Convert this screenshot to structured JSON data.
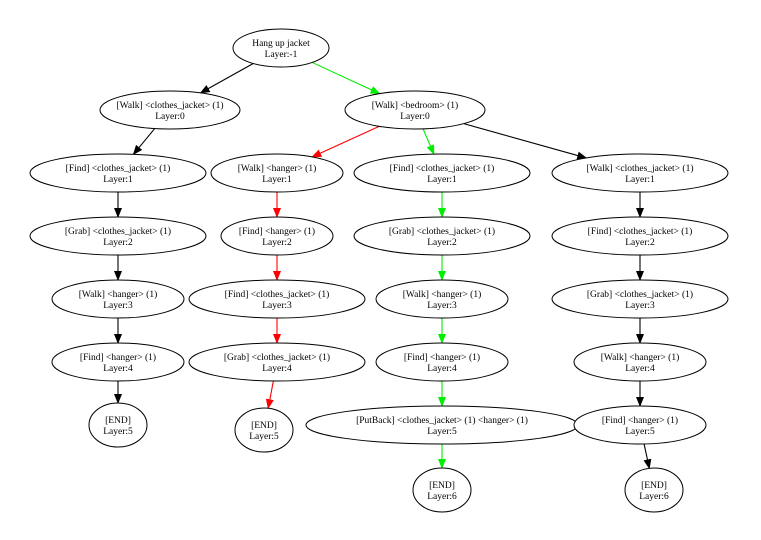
{
  "colors": {
    "black": "#000000",
    "red": "#ff0000",
    "green": "#00ee00"
  },
  "nodes": [
    {
      "id": "root",
      "line1": "Hang up jacket",
      "line2": "Layer:-1"
    },
    {
      "id": "a0",
      "line1": "[Walk] <clothes_jacket> (1)",
      "line2": "Layer:0"
    },
    {
      "id": "a1",
      "line1": "[Find] <clothes_jacket> (1)",
      "line2": "Layer:1"
    },
    {
      "id": "a2",
      "line1": "[Grab] <clothes_jacket> (1)",
      "line2": "Layer:2"
    },
    {
      "id": "a3",
      "line1": "[Walk] <hanger> (1)",
      "line2": "Layer:3"
    },
    {
      "id": "a4",
      "line1": "[Find] <hanger> (1)",
      "line2": "Layer:4"
    },
    {
      "id": "a5",
      "line1": "[END]",
      "line2": "Layer:5"
    },
    {
      "id": "b0",
      "line1": "[Walk] <bedroom> (1)",
      "line2": "Layer:0"
    },
    {
      "id": "r1",
      "line1": "[Walk] <hanger> (1)",
      "line2": "Layer:1"
    },
    {
      "id": "r2",
      "line1": "[Find] <hanger> (1)",
      "line2": "Layer:2"
    },
    {
      "id": "r3",
      "line1": "[Find] <clothes_jacket> (1)",
      "line2": "Layer:3"
    },
    {
      "id": "r4",
      "line1": "[Grab] <clothes_jacket> (1)",
      "line2": "Layer:4"
    },
    {
      "id": "r5",
      "line1": "[END]",
      "line2": "Layer:5"
    },
    {
      "id": "g1",
      "line1": "[Find] <clothes_jacket> (1)",
      "line2": "Layer:1"
    },
    {
      "id": "g2",
      "line1": "[Grab] <clothes_jacket> (1)",
      "line2": "Layer:2"
    },
    {
      "id": "g3",
      "line1": "[Walk] <hanger> (1)",
      "line2": "Layer:3"
    },
    {
      "id": "g4",
      "line1": "[Find] <hanger> (1)",
      "line2": "Layer:4"
    },
    {
      "id": "g5",
      "line1": "[PutBack] <clothes_jacket> (1) <hanger> (1)",
      "line2": "Layer:5"
    },
    {
      "id": "g6",
      "line1": "[END]",
      "line2": "Layer:6"
    },
    {
      "id": "k1",
      "line1": "[Walk] <clothes_jacket> (1)",
      "line2": "Layer:1"
    },
    {
      "id": "k2",
      "line1": "[Find] <clothes_jacket> (1)",
      "line2": "Layer:2"
    },
    {
      "id": "k3",
      "line1": "[Grab] <clothes_jacket> (1)",
      "line2": "Layer:3"
    },
    {
      "id": "k4",
      "line1": "[Walk] <hanger> (1)",
      "line2": "Layer:4"
    },
    {
      "id": "k5",
      "line1": "[Find] <hanger> (1)",
      "line2": "Layer:5"
    },
    {
      "id": "k6",
      "line1": "[END]",
      "line2": "Layer:6"
    }
  ],
  "edges": [
    {
      "from": "root",
      "to": "a0",
      "color": "black"
    },
    {
      "from": "root",
      "to": "b0",
      "color": "green"
    },
    {
      "from": "a0",
      "to": "a1",
      "color": "black"
    },
    {
      "from": "a1",
      "to": "a2",
      "color": "black"
    },
    {
      "from": "a2",
      "to": "a3",
      "color": "black"
    },
    {
      "from": "a3",
      "to": "a4",
      "color": "black"
    },
    {
      "from": "a4",
      "to": "a5",
      "color": "black"
    },
    {
      "from": "b0",
      "to": "r1",
      "color": "red"
    },
    {
      "from": "b0",
      "to": "g1",
      "color": "green"
    },
    {
      "from": "b0",
      "to": "k1",
      "color": "black"
    },
    {
      "from": "r1",
      "to": "r2",
      "color": "red"
    },
    {
      "from": "r2",
      "to": "r3",
      "color": "red"
    },
    {
      "from": "r3",
      "to": "r4",
      "color": "red"
    },
    {
      "from": "r4",
      "to": "r5",
      "color": "red"
    },
    {
      "from": "g1",
      "to": "g2",
      "color": "green"
    },
    {
      "from": "g2",
      "to": "g3",
      "color": "green"
    },
    {
      "from": "g3",
      "to": "g4",
      "color": "green"
    },
    {
      "from": "g4",
      "to": "g5",
      "color": "green"
    },
    {
      "from": "g5",
      "to": "g6",
      "color": "green"
    },
    {
      "from": "k1",
      "to": "k2",
      "color": "black"
    },
    {
      "from": "k2",
      "to": "k3",
      "color": "black"
    },
    {
      "from": "k3",
      "to": "k4",
      "color": "black"
    },
    {
      "from": "k4",
      "to": "k5",
      "color": "black"
    },
    {
      "from": "k5",
      "to": "k6",
      "color": "black"
    }
  ]
}
